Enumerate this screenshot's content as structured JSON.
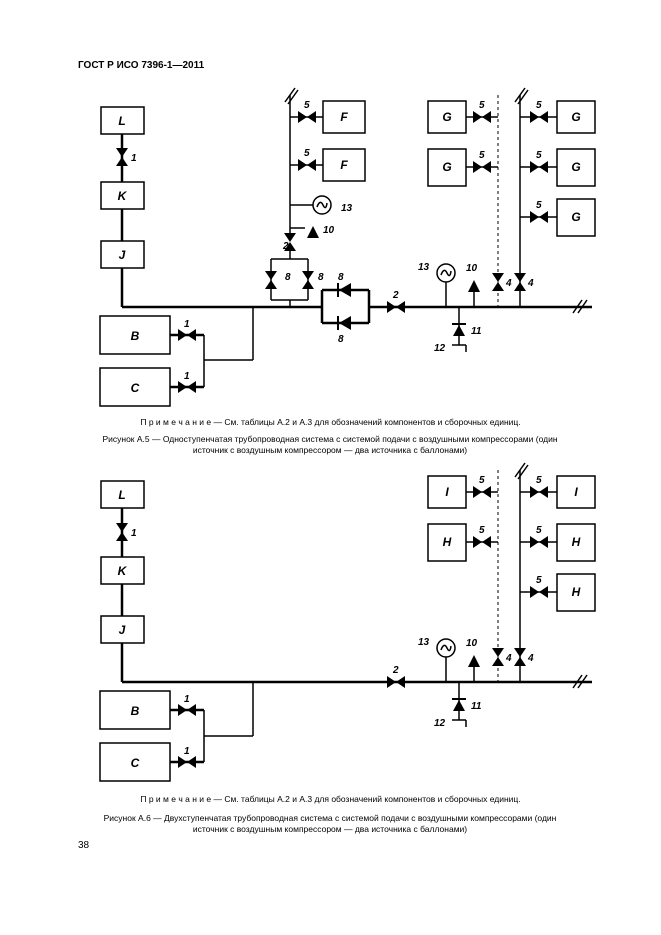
{
  "header": {
    "standard": "ГОСТ Р ИСО 7396-1—2011"
  },
  "figure_a5": {
    "note": "П р и м е ч а н и е — См. таблицы А.2 и А.3 для обозначений компонентов и сборочных единиц.",
    "caption_line1": "Рисунок А.5 — Одноступенчатая трубопроводная система с системой подачи с воздушными компрессорами (один",
    "caption_line2": "источник с воздушным компрессором — два источника с баллонами)",
    "boxes": {
      "L": "L",
      "K": "K",
      "J": "J",
      "B": "B",
      "C": "C",
      "F": "F",
      "G": "G"
    },
    "numbers": {
      "n1": "1",
      "n2": "2",
      "n4": "4",
      "n5": "5",
      "n8": "8",
      "n10": "10",
      "n11": "11",
      "n12": "12",
      "n13": "13"
    }
  },
  "figure_a6": {
    "note": "П р и м е ч а н и е — См. таблицы А.2 и А.3 для обозначений компонентов и сборочных единиц.",
    "caption_line1": "Рисунок А.6 — Двухступенчатая трубопроводная система с системой подачи с воздушными компрессорами (один",
    "caption_line2": "источник с воздушным компрессором — два источника с баллонами)",
    "boxes": {
      "L": "L",
      "K": "K",
      "J": "J",
      "B": "B",
      "C": "C",
      "I": "I",
      "H": "H"
    },
    "numbers": {
      "n1": "1",
      "n2": "2",
      "n4": "4",
      "n5": "5",
      "n10": "10",
      "n11": "11",
      "n12": "12",
      "n13": "13"
    }
  },
  "page_number": "38"
}
